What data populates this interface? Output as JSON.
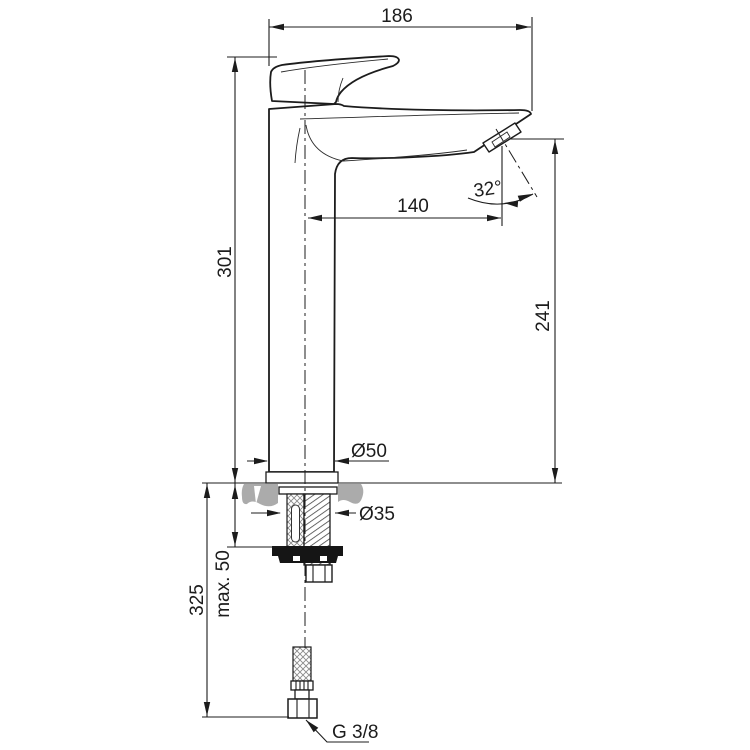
{
  "drawing": {
    "dimensions": {
      "overall_depth": "186",
      "height_above_deck": "301",
      "spout_reach": "140",
      "spout_angle": "32°",
      "outlet_height": "241",
      "body_diameter": "Ø50",
      "hole_diameter": "Ø35",
      "max_mounting_thickness": "max. 50",
      "height_below_deck": "325",
      "connection_thread": "G 3/8"
    },
    "colors": {
      "line": "#1c1c1c",
      "deck_fill": "#ababab",
      "seal_fill": "#151515",
      "background": "#ffffff"
    }
  }
}
